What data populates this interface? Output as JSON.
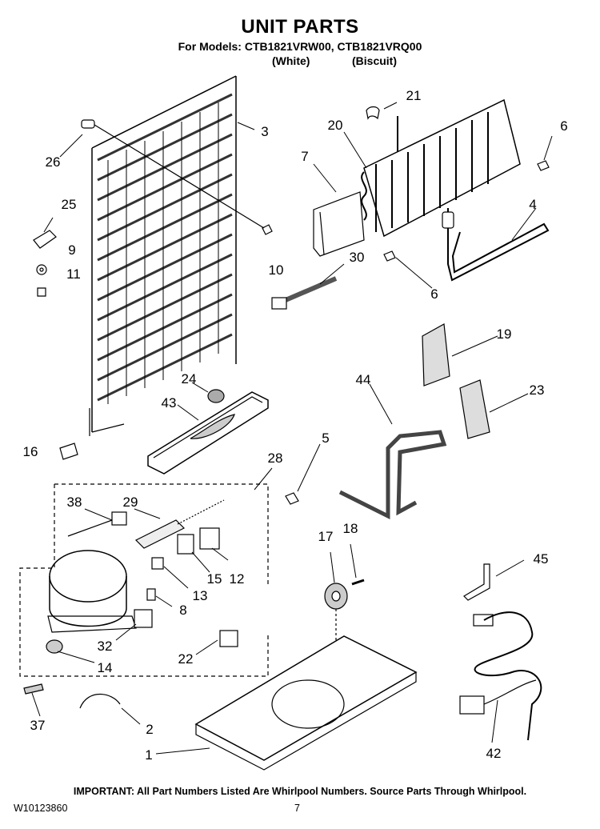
{
  "header": {
    "title": "UNIT PARTS",
    "models_line": "For Models: CTB1821VRW00, CTB1821VRQ00",
    "variant_white": "(White)",
    "variant_biscuit": "(Biscuit)"
  },
  "callouts": {
    "p1": "1",
    "p2": "2",
    "p3": "3",
    "p4": "4",
    "p5": "5",
    "p6a": "6",
    "p6b": "6",
    "p7": "7",
    "p8": "8",
    "p9": "9",
    "p10": "10",
    "p11": "11",
    "p12": "12",
    "p13": "13",
    "p14": "14",
    "p15": "15",
    "p16": "16",
    "p17": "17",
    "p18": "18",
    "p19": "19",
    "p20": "20",
    "p21": "21",
    "p22": "22",
    "p23": "23",
    "p24": "24",
    "p25": "25",
    "p26": "26",
    "p28": "28",
    "p29": "29",
    "p30": "30",
    "p32": "32",
    "p37": "37",
    "p38": "38",
    "p42": "42",
    "p43": "43",
    "p44": "44",
    "p45": "45"
  },
  "footer": {
    "important": "IMPORTANT: All Part Numbers Listed Are Whirlpool Numbers. Source Parts Through Whirlpool.",
    "doc_number": "W10123860",
    "page_number": "7"
  }
}
